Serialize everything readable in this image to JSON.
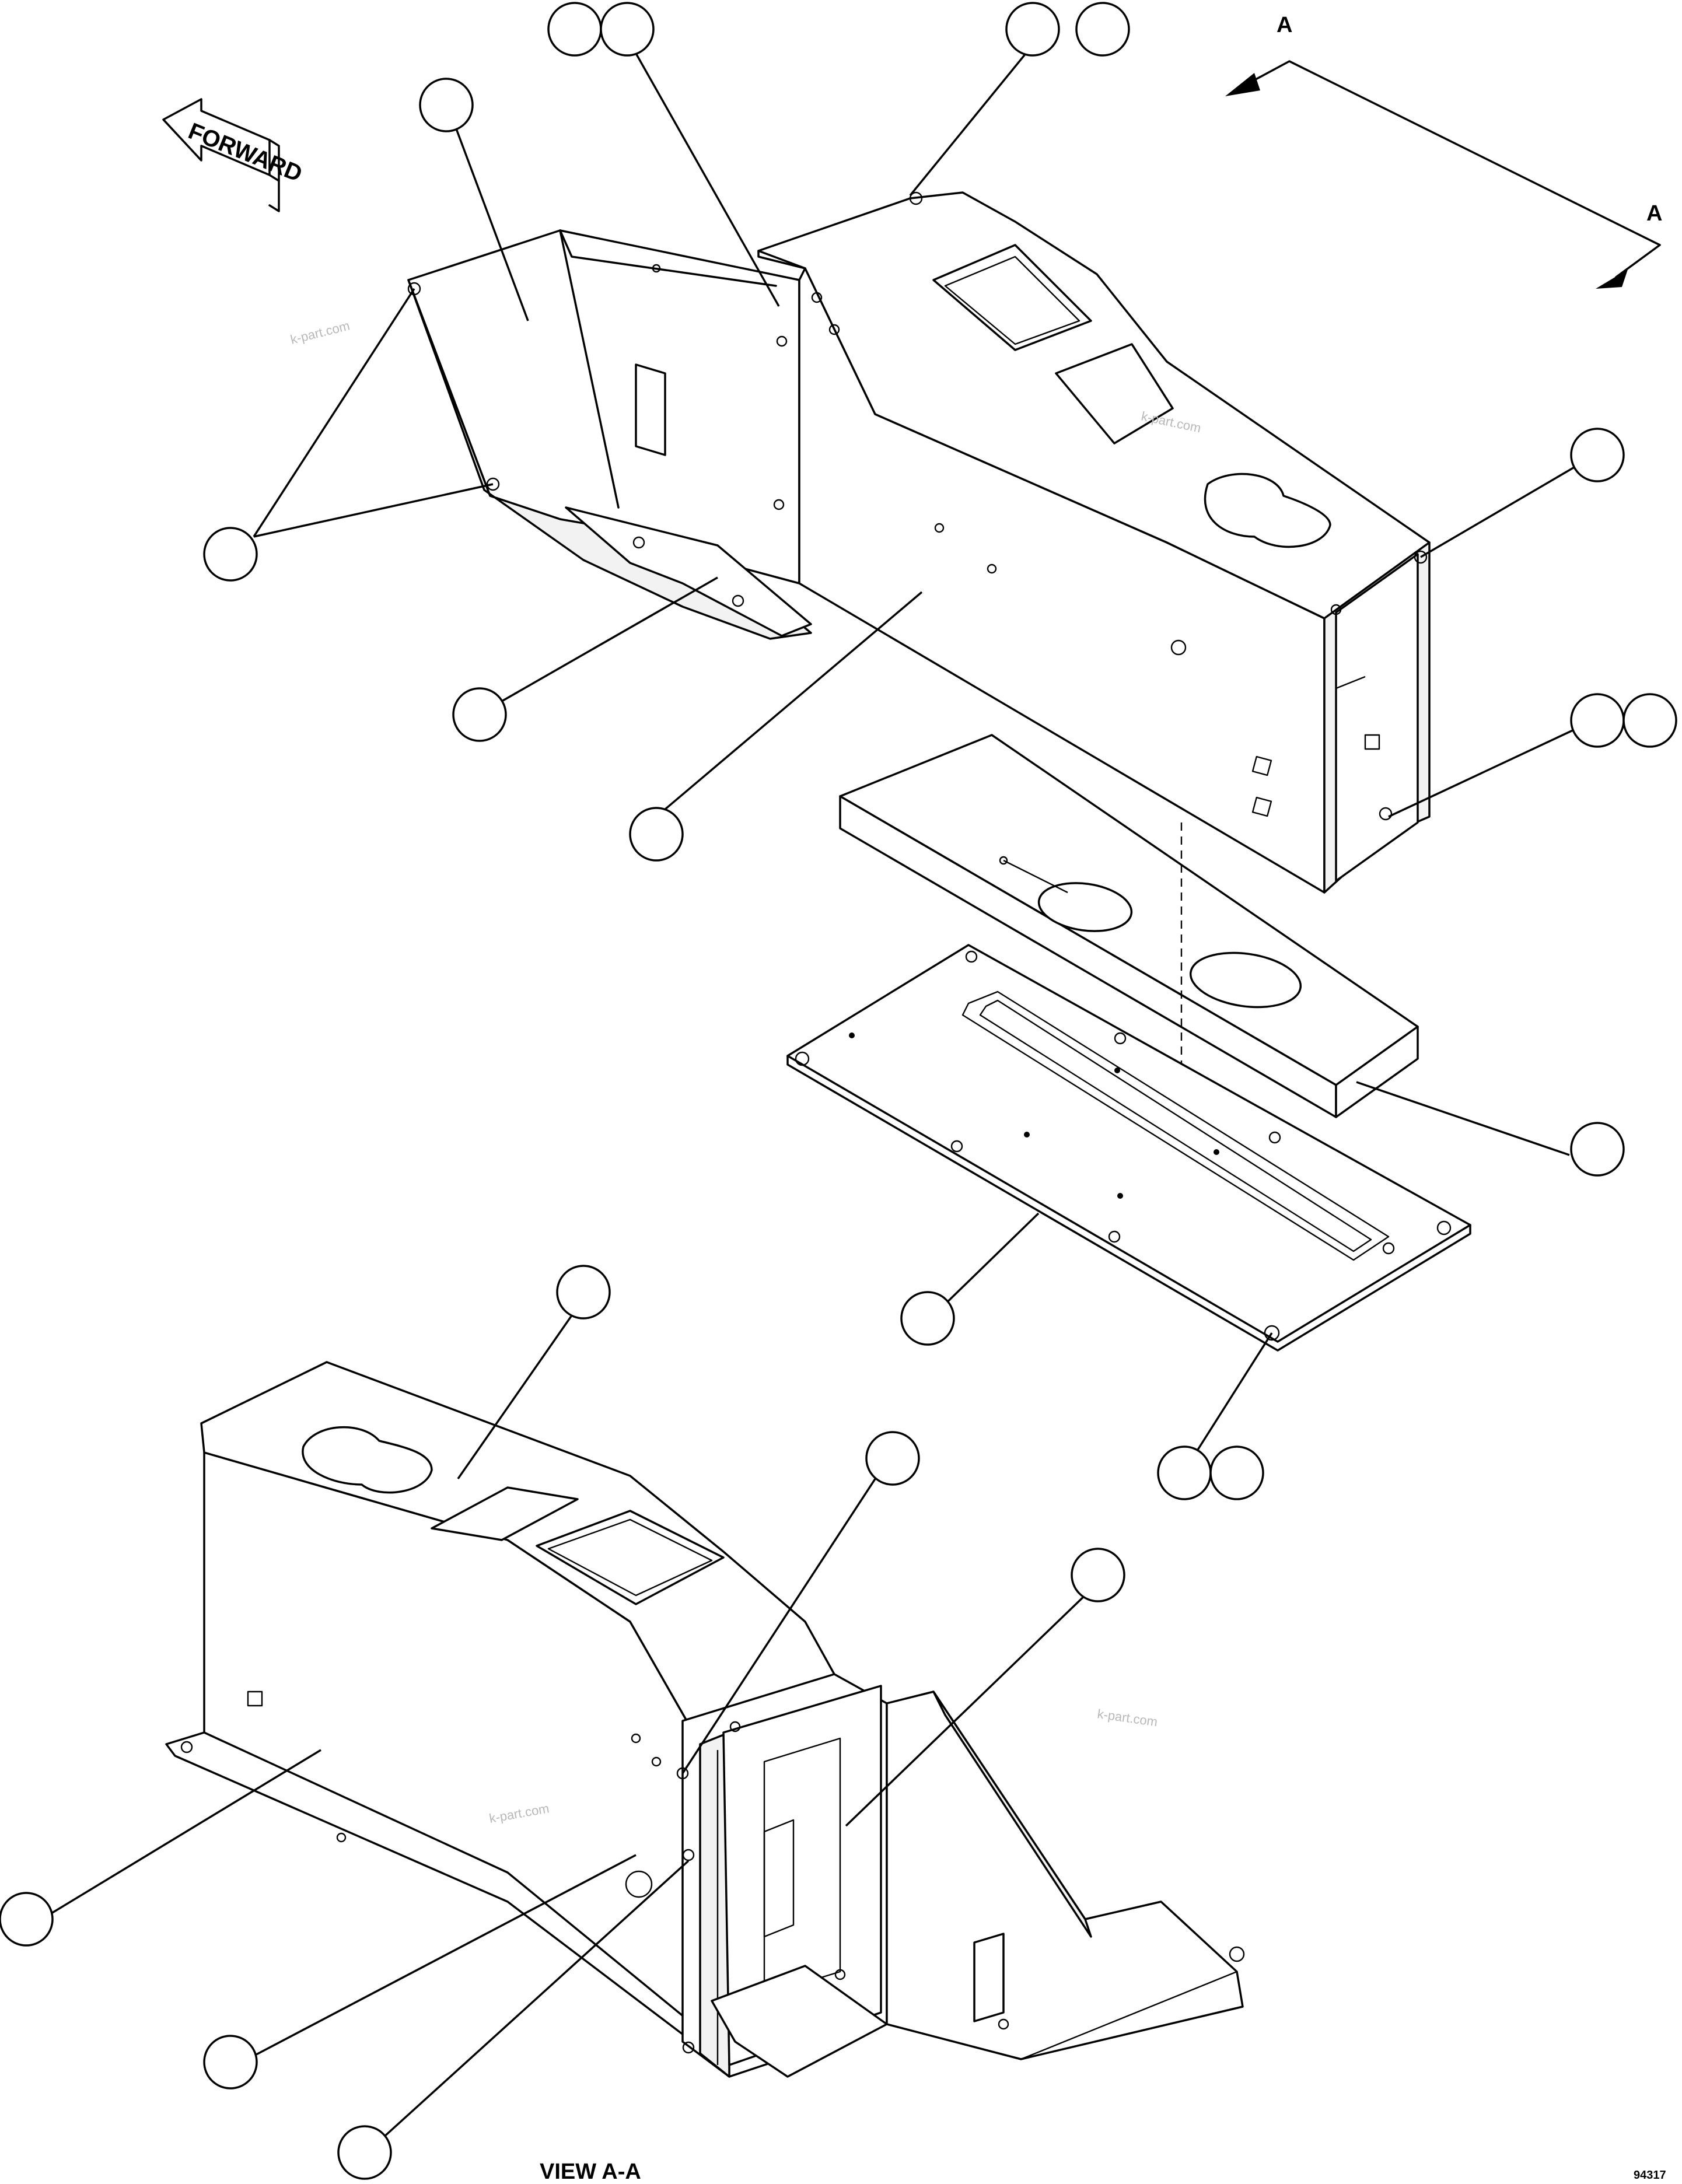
{
  "labels": {
    "forward": "FORWARD",
    "section_a_top": "A",
    "section_a_right": "A",
    "view": "VIEW A-A",
    "drawing_number": "94317"
  },
  "watermark": "k-part.com",
  "colors": {
    "line": "#000000",
    "background": "#ffffff",
    "watermark": "#b8b8b8"
  }
}
